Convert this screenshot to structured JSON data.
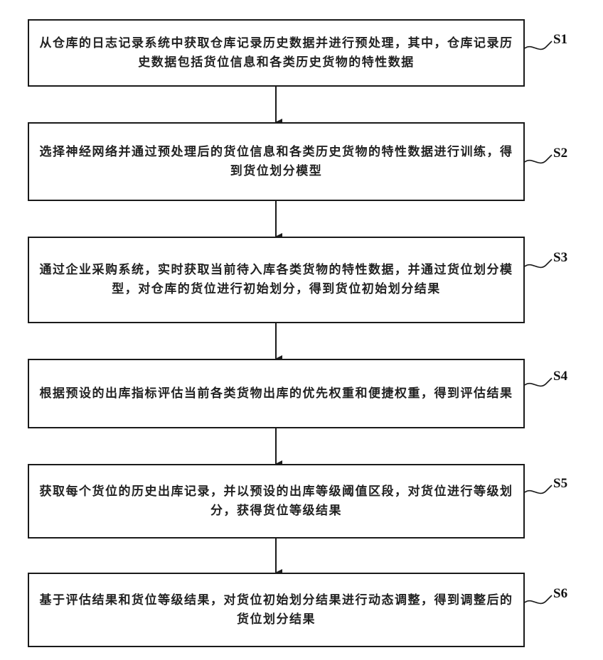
{
  "steps": [
    {
      "id": "S1",
      "text": "从仓库的日志记录系统中获取仓库记录历史数据并进行预处理，其中，仓库记录历史数据包括货位信息和各类历史货物的特性数据"
    },
    {
      "id": "S2",
      "text": "选择神经网络并通过预处理后的货位信息和各类历史货物的特性数据进行训练，得到货位划分模型"
    },
    {
      "id": "S3",
      "text": "通过企业采购系统，实时获取当前待入库各类货物的特性数据，并通过货位划分模型，对仓库的货位进行初始划分，得到货位初始划分结果"
    },
    {
      "id": "S4",
      "text": "根据预设的出库指标评估当前各类货物出库的优先权重和便捷权重，得到评估结果"
    },
    {
      "id": "S5",
      "text": "获取每个货位的历史出库记录，并以预设的出库等级阈值区段，对货位进行等级划分，获得货位等级结果"
    },
    {
      "id": "S6",
      "text": "基于评估结果和货位等级结果，对货位初始划分结果进行动态调整，得到调整后的货位划分结果"
    }
  ]
}
